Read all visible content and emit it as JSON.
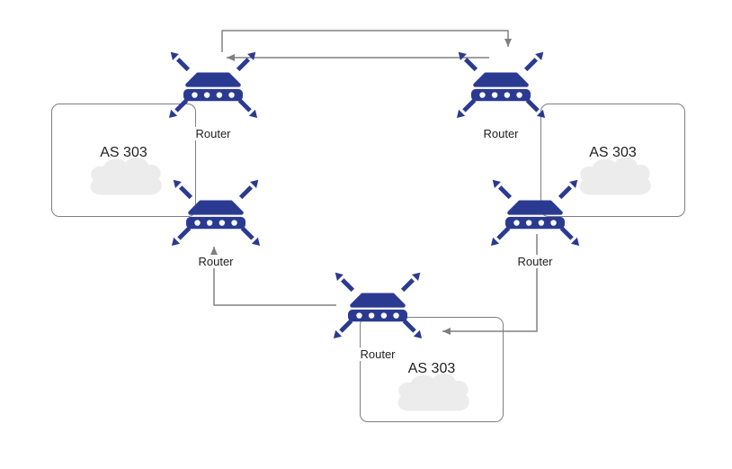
{
  "diagram": {
    "type": "network-topology",
    "colors": {
      "router_icon": "#2b3a91",
      "connector": "#808080",
      "cloud_fill": "#ececec",
      "as_box_border": "#7f7f7f"
    },
    "routers": [
      {
        "id": "router-top-left",
        "label": "Router"
      },
      {
        "id": "router-top-right",
        "label": "Router"
      },
      {
        "id": "router-middle-left",
        "label": "Router"
      },
      {
        "id": "router-middle-right",
        "label": "Router"
      },
      {
        "id": "router-bottom-center",
        "label": "Router"
      }
    ],
    "autonomous_systems": [
      {
        "id": "as-left",
        "label": "AS 303"
      },
      {
        "id": "as-right",
        "label": "AS 303"
      },
      {
        "id": "as-bottom",
        "label": "AS 303"
      }
    ],
    "connections": [
      {
        "from": "router-top-left",
        "to": "router-top-right",
        "arrow_into": "router-top-right"
      },
      {
        "from": "router-top-right",
        "to": "router-top-left",
        "arrow_into": "router-top-left"
      },
      {
        "from": "router-bottom-center",
        "to": "router-middle-left",
        "arrow_into": "router-middle-left"
      },
      {
        "from": "router-middle-right",
        "to": "router-bottom-center",
        "arrow_into": "router-bottom-center"
      }
    ]
  }
}
